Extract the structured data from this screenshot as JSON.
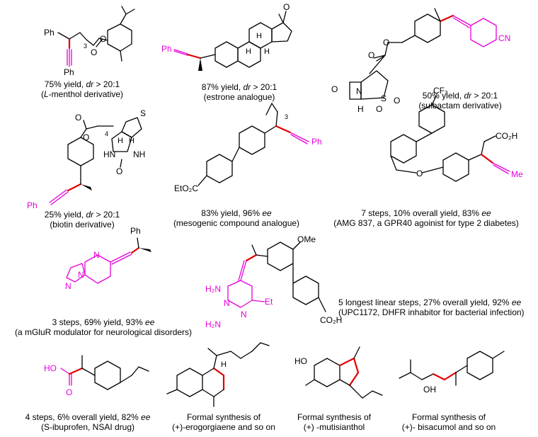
{
  "colors": {
    "bond": "#000000",
    "highlight": "#e600d8",
    "new_bond": "#e00000"
  },
  "entries": [
    {
      "id": "menthol",
      "labels": {
        "ph_top": "Ph",
        "ph_bottom": "Ph",
        "chain": "3",
        "o1": "O",
        "o2": "O"
      },
      "line1_pre": "75% yield, ",
      "line1_em": "dr",
      "line1_post": " > 20:1",
      "line2_pre": "(",
      "line2_em": "L",
      "line2_post": "-menthol derivative)"
    },
    {
      "id": "estrone",
      "labels": {
        "ph": "Ph",
        "o": "O",
        "h1": "H",
        "h2": "H",
        "h3": "H"
      },
      "line1_pre": "87% yield, ",
      "line1_em": "dr",
      "line1_post": " > 20:1",
      "line2": "(estrone analogue)"
    },
    {
      "id": "sulbactam",
      "labels": {
        "cn": "CN",
        "o1": "O",
        "o2": "O",
        "o3": "O",
        "n": "N",
        "s": "S",
        "so": "O",
        "so2": "O",
        "h": "H"
      },
      "line1_pre": "50% yield, ",
      "line1_em": "dr",
      "line1_post": " > 20:1",
      "line2": "(sulbactam derivative)"
    },
    {
      "id": "biotin",
      "labels": {
        "ph": "Ph",
        "o1": "O",
        "o2": "O",
        "chain": "4",
        "s": "S",
        "hn": "HN",
        "nh": "NH",
        "h1": "H",
        "h2": "H",
        "o3": "O"
      },
      "line1_pre": "25% yield, ",
      "line1_em": "dr",
      "line1_post": " > 20:1",
      "line2": "(biotin derivative)"
    },
    {
      "id": "mesogenic",
      "labels": {
        "ester": "EtO₂C",
        "ph": "Ph",
        "chain": "3"
      },
      "line1_pre": "83% yield, 96% ",
      "line1_em": "ee",
      "line2": "(mesogenic compound analogue)"
    },
    {
      "id": "amg837",
      "labels": {
        "cf3": "CF₃",
        "co2h": "CO₂H",
        "o": "O",
        "me": "Me"
      },
      "line1_pre": "7 steps, 10% overall yield, 83% ",
      "line1_em": "ee",
      "line2": "(AMG 837, a GPR40 agoinist for type 2 diabetes)"
    },
    {
      "id": "mglur",
      "labels": {
        "ph": "Ph",
        "n1": "N",
        "n2": "N",
        "n3": "N"
      },
      "line1_pre": "3 steps, 69% yield, 93% ",
      "line1_em": "ee",
      "line2": "(a mGluR modulator for neurological disorders)"
    },
    {
      "id": "upc1172",
      "labels": {
        "ome": "OMe",
        "h2n_top": "H₂N",
        "h2n_bottom": "H₂N",
        "n1": "N",
        "n2": "N",
        "et": "Et",
        "co2h": "CO₂H"
      },
      "line1_pre": "5 longest linear steps, 27% overall yield, 92% ",
      "line1_em": "ee",
      "line2": "(UPC1172, DHFR inhabitor for bacterial infection)"
    },
    {
      "id": "ibuprofen",
      "labels": {
        "ho": "HO",
        "o": "O"
      },
      "line1_pre": "4 steps, 6% overall yield, 82% ",
      "line1_em": "ee",
      "line2": "(S-ibuprofen, NSAI drug)"
    },
    {
      "id": "erogorgiaene",
      "labels": {
        "h": "H"
      },
      "line1": "Formal synthesis of",
      "line2": "(+)-erogorgiaene and so on"
    },
    {
      "id": "mutisianthol",
      "labels": {
        "ho": "HO"
      },
      "line1": "Formal synthesis of",
      "line2": "(+) -mutisianthol"
    },
    {
      "id": "bisacumol",
      "labels": {
        "oh": "OH"
      },
      "line1": "Formal synthesis of",
      "line2": "(+)- bisacumol and so on"
    }
  ]
}
